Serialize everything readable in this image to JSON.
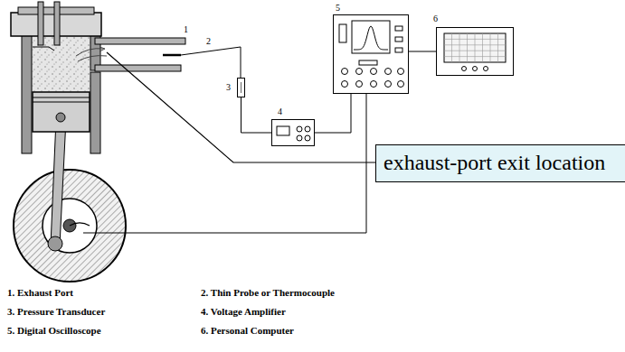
{
  "diagram": {
    "nodes": [
      {
        "text": [
          "3"
        ]
      },
      {
        "text": [
          "4"
        ]
      },
      {
        "text": [
          "5"
        ]
      },
      {
        "text": [
          "6"
        ]
      },
      {
        "text": [
          "exhaust-port exit location"
        ]
      }
    ],
    "edges": [
      {
        "from": 0,
        "to": 1,
        "arrow": "none"
      },
      {
        "from": 1,
        "to": 2,
        "arrow": "none"
      },
      {
        "from": 2,
        "to": 3,
        "arrow": "none"
      }
    ],
    "labels": [
      "1",
      "2",
      "1. Exhaust Port",
      "2. Thin Probe or Thermocouple",
      "3. Pressure Transducer",
      "4. Voltage Amplifier",
      "5. Digital Oscilloscope",
      "6. Personal Computer"
    ]
  }
}
